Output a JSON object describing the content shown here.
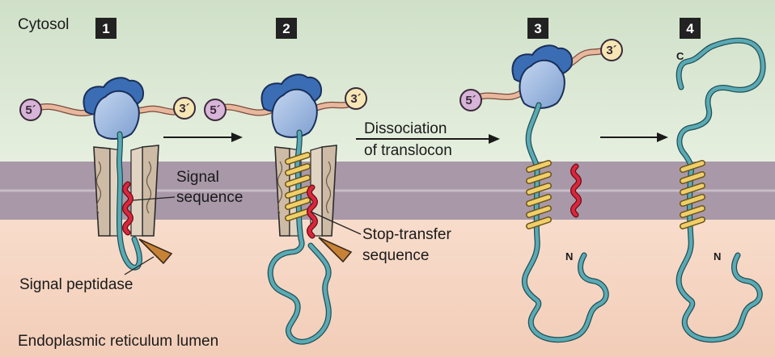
{
  "regions": {
    "cytosol": "Cytosol",
    "lumen": "Endoplasmic reticulum lumen"
  },
  "steps": [
    "1",
    "2",
    "3",
    "4"
  ],
  "ends": {
    "five_prime": "5´",
    "three_prime": "3´"
  },
  "terminals": {
    "n": "N",
    "c": "C"
  },
  "labels": {
    "signal_line1": "Signal",
    "signal_line2": "sequence",
    "signal_peptidase": "Signal peptidase",
    "stop_transfer_line1": "Stop-transfer",
    "stop_transfer_line2": "sequence",
    "dissociation_line1": "Dissociation",
    "dissociation_line2": "of translocon"
  },
  "colors": {
    "cytosol_bg": "#dce8d6",
    "membrane": "#a898a8",
    "lumen_bg": "#f6d9c6",
    "ribosome_large": "#9ab6de",
    "ribosome_small": "#3a6db4",
    "mrna": "#e8b89e",
    "polypeptide": "#5aaab4",
    "signal_sequence": "#d8283c",
    "stop_transfer": "#f0cf6a",
    "translocon": "#cdbba6",
    "step_badge": "#222222"
  }
}
